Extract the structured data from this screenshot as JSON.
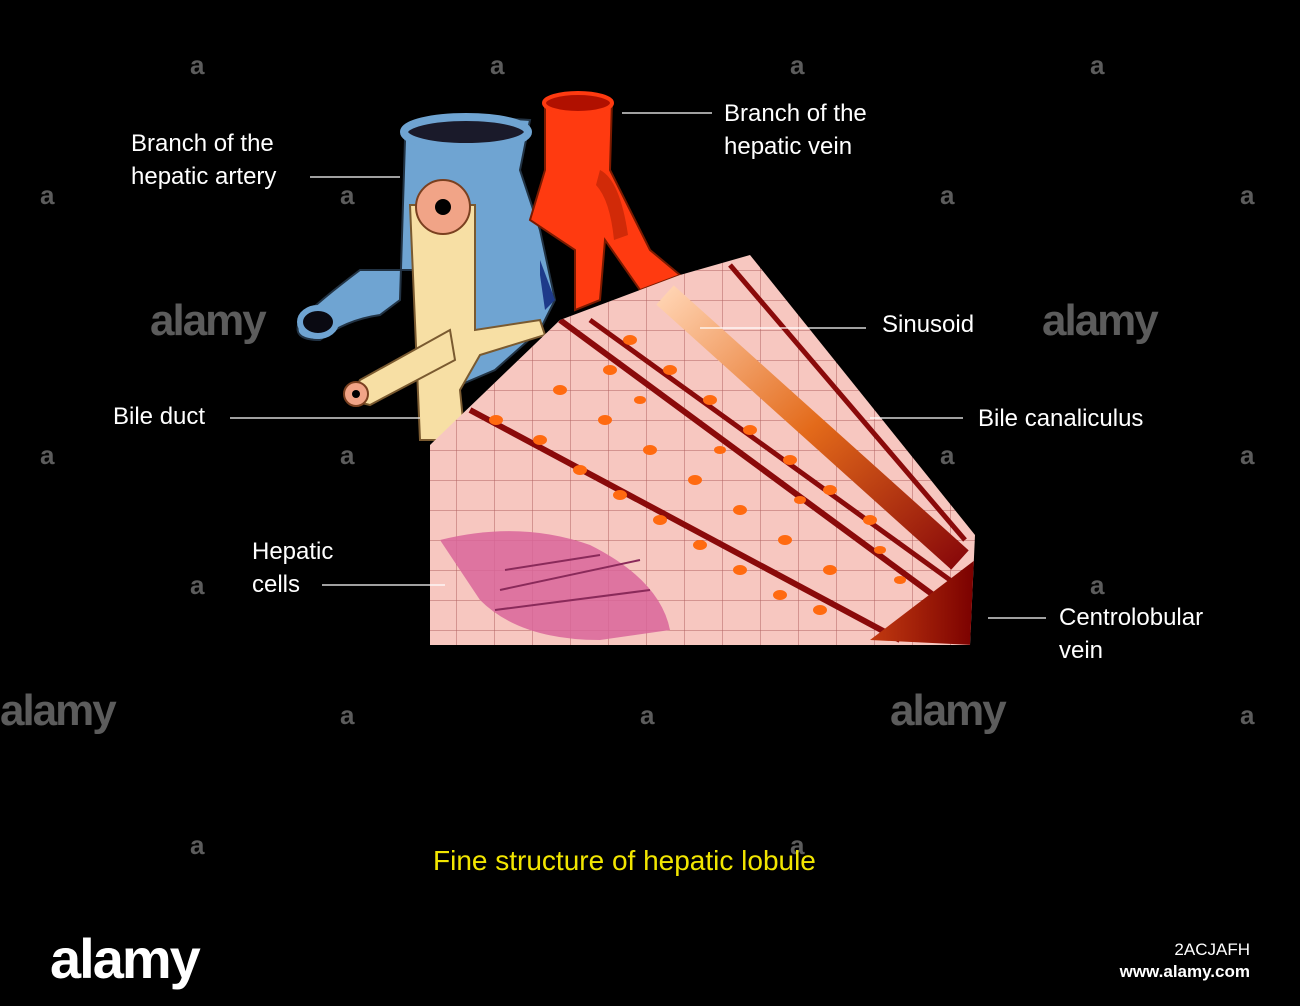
{
  "labels": {
    "hepatic_artery": [
      "Branch of the",
      "hepatic artery"
    ],
    "hepatic_vein": [
      "Branch of the",
      "hepatic vein"
    ],
    "sinusoid": [
      "Sinusoid"
    ],
    "bile_duct": [
      "Bile duct"
    ],
    "bile_canaliculus": [
      "Bile canaliculus"
    ],
    "hepatic_cells": [
      "Hepatic",
      "cells"
    ],
    "centrolobular_vein": [
      "Centrolobular",
      "vein"
    ]
  },
  "caption": "Fine structure of hepatic lobule",
  "watermark": {
    "mark": "a",
    "word": "alamy",
    "brand": "alamy",
    "image_id": "2ACJAFH",
    "url": "www.alamy.com"
  },
  "colors": {
    "artery_blue": "#6fa4d2",
    "vein_red": "#ff3a10",
    "bile_duct_cream": "#f7dfa4",
    "hepatocyte_pink": "#f7c7c0",
    "nucleus_orange": "#ff6a10",
    "sinusoid_dark": "#8a0a0a",
    "caption_yellow": "#f2e600"
  }
}
